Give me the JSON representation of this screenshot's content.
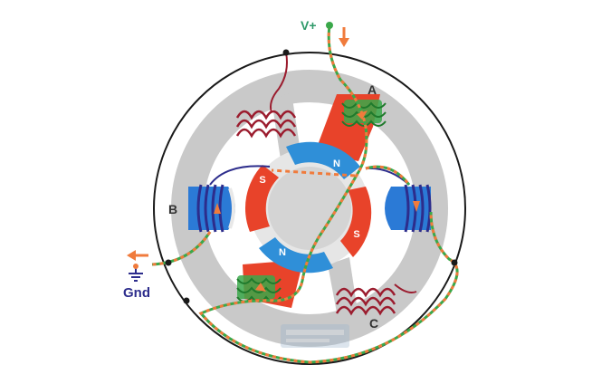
{
  "labels": {
    "supply": "V+",
    "ground": "Gnd",
    "phase_a": "A",
    "phase_b": "B",
    "phase_c": "C",
    "rotor_north_1": "N",
    "rotor_north_2": "N",
    "rotor_south_1": "S",
    "rotor_south_2": "S"
  },
  "colors": {
    "frame": "#c9c9c9",
    "housing_line": "#1a1a1a",
    "coil_active": "#e8432a",
    "coil_b": "#2b7ad6",
    "coil_idle": "#c9c9c9",
    "winding_red": "#9b1c2e",
    "winding_green": "#3aa84a",
    "winding_blue": "#2d2d8c",
    "rotor_north": "#2f8fd8",
    "rotor_south": "#e8432a",
    "current_path": "#f07b3c",
    "ground_label": "#2d2d8c",
    "supply_label": "#2f9a6a"
  },
  "icons": {
    "ground": "ground-symbol-icon",
    "current_arrow": "arrow-icon"
  }
}
